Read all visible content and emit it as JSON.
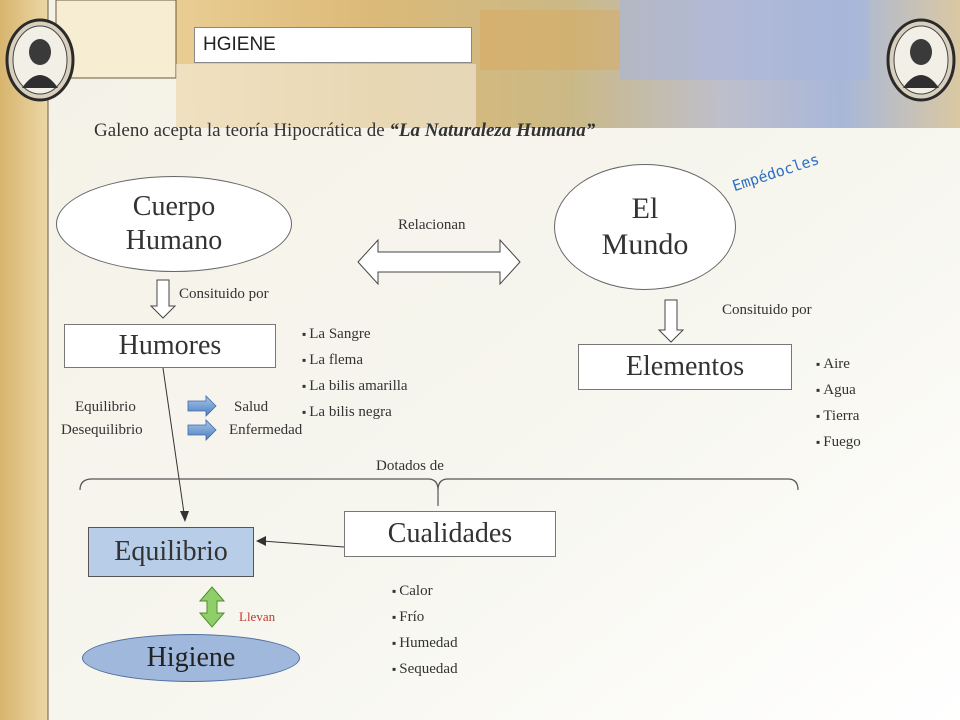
{
  "title": "HGIENE",
  "subtitle": {
    "prefix": "Galeno acepta la teoría Hipocrática de ",
    "emphasis": "“La Naturaleza Humana”"
  },
  "nodes": {
    "cuerpo_l1": "Cuerpo",
    "cuerpo_l2": "Humano",
    "mundo_l1": "El",
    "mundo_l2": "Mundo",
    "humores": "Humores",
    "elementos": "Elementos",
    "cualidades": "Cualidades",
    "equilibrio": "Equilibrio",
    "higiene": "Higiene"
  },
  "annotations": {
    "empedocles": "Empédocles",
    "relacionan": "Relacionan",
    "constituido_left": "Consituido por",
    "constituido_right": "Consituido por",
    "dotados": "Dotados de",
    "equilibrio_small": "Equilibrio",
    "desequilibrio": "Desequilibrio",
    "salud": "Salud",
    "enfermedad": "Enfermedad",
    "llevan": "Llevan"
  },
  "humores_list": [
    "La Sangre",
    "La flema",
    "La bilis amarilla",
    "La bilis negra"
  ],
  "elementos_list": [
    "Aire",
    "Agua",
    "Tierra",
    "Fuego"
  ],
  "cualidades_list": [
    "Calor",
    "Frío",
    "Humedad",
    "Sequedad"
  ],
  "colors": {
    "empedocles": "#2b6fc4",
    "llevan": "#c0392b",
    "equilibrio_fill": "#b7cde8",
    "higiene_fill": "#9fb8dc",
    "green_arrow": "#8fcf6a"
  }
}
